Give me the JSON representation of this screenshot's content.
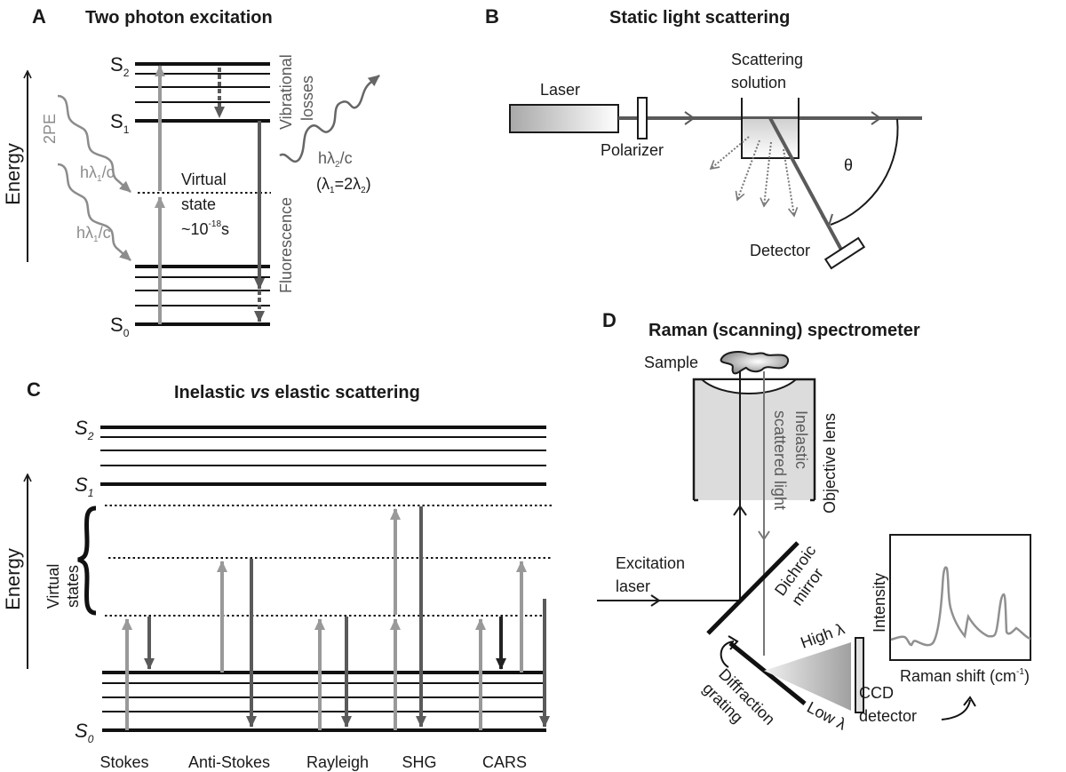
{
  "colors": {
    "ink": "#1a1a1a",
    "absorb_arrow": "#999999",
    "emit_arrow": "#5a5a5a",
    "photon": "#8c8c8c",
    "lens_fill": "#dcdcdc"
  },
  "panelA": {
    "letter": "A",
    "title": "Two photon excitation",
    "energy_label": "Energy",
    "levels": {
      "s2": "S",
      "s2_sub": "2",
      "s1": "S",
      "s1_sub": "1",
      "s0": "S",
      "s0_sub": "0"
    },
    "tpe_label": "2PE",
    "photon1": {
      "h": "hλ",
      "sub": "1",
      "rest": "/c"
    },
    "photon2": {
      "h": "hλ",
      "sub": "1",
      "rest": "/c"
    },
    "virtual_state": [
      "Virtual",
      "state",
      "~10"
    ],
    "virtual_exp": "-18",
    "virtual_unit": "s",
    "vibrational_losses": [
      "Vibrational",
      "losses"
    ],
    "fluorescence": "Fluorescence",
    "emitted": {
      "h": "hλ",
      "sub": "2",
      "rest": "/c"
    },
    "relation": {
      "open": "(λ",
      "sub1": "1",
      "mid": "=2λ",
      "sub2": "2",
      "close": ")"
    }
  },
  "panelB": {
    "letter": "B",
    "title": "Static light scattering",
    "laser": "Laser",
    "polarizer": "Polarizer",
    "solution": [
      "Scattering",
      "solution"
    ],
    "detector": "Detector",
    "angle": "θ"
  },
  "panelC": {
    "letter": "C",
    "title_pre": "Inelastic ",
    "title_vs": "vs",
    "title_post": " elastic scattering",
    "energy_label": "Energy",
    "virtual_states": [
      "Virtual",
      "states"
    ],
    "levels": {
      "s2": "S",
      "s2_sub": "2",
      "s1": "S",
      "s1_sub": "1",
      "s0": "S",
      "s0_sub": "0"
    },
    "processes": [
      "Stokes",
      "Anti-Stokes",
      "Rayleigh",
      "SHG",
      "CARS"
    ]
  },
  "panelD": {
    "letter": "D",
    "title": "Raman (scanning) spectrometer",
    "sample": "Sample",
    "objective": "Objective lens",
    "scattered": [
      "Inelastic",
      "scattered light"
    ],
    "excitation": [
      "Excitation",
      "laser"
    ],
    "dichroic": [
      "Dichroic",
      "mirror"
    ],
    "grating": [
      "Diffraction",
      "grating"
    ],
    "high": "High λ",
    "low": "Low λ",
    "ccd": [
      "CCD",
      "detector"
    ],
    "intensity": "Intensity",
    "raman_shift": "Raman shift (cm",
    "raman_exp": "-1",
    "raman_close": ")"
  }
}
